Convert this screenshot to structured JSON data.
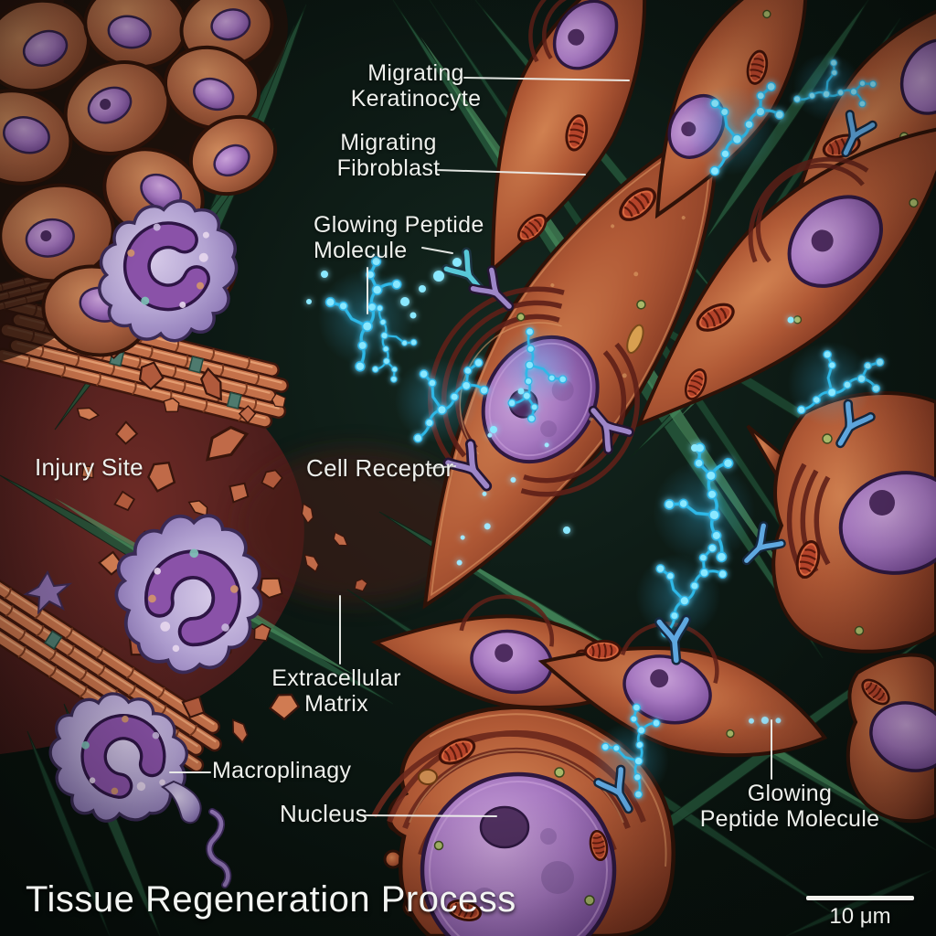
{
  "illustration": {
    "title": "Tissue Regeneration Process",
    "scale_bar": "10 μm",
    "labels": {
      "migrating_keratinocyte": "Migrating\nKeratinocyte",
      "migrating_fibroblast": "Migrating\nFibroblast",
      "glowing_peptide_molecule_top": "Glowing Peptide\nMolecule",
      "cell_receptor": "Cell Receptor",
      "injury_site": "Injury Site",
      "extracellular_matrix": "Extracellular\nMatrix",
      "macrophage": "Macroplinagy",
      "nucleus": "Nucleus",
      "glowing_peptide_molecule_bottom": "Glowing\nPeptide Molecule"
    },
    "colors": {
      "background": "#0a1410",
      "glow_blue": "#3fd4ff",
      "cell_orange": "#b05637",
      "nucleus_purple": "#8a5ba5",
      "matrix_green": "#2e6b45",
      "macrophage_lavender": "#b0a0cf",
      "injury_maroon": "#4f1d1d",
      "collagen_orange": "#c4714a",
      "label_white": "#eef0ec"
    }
  }
}
